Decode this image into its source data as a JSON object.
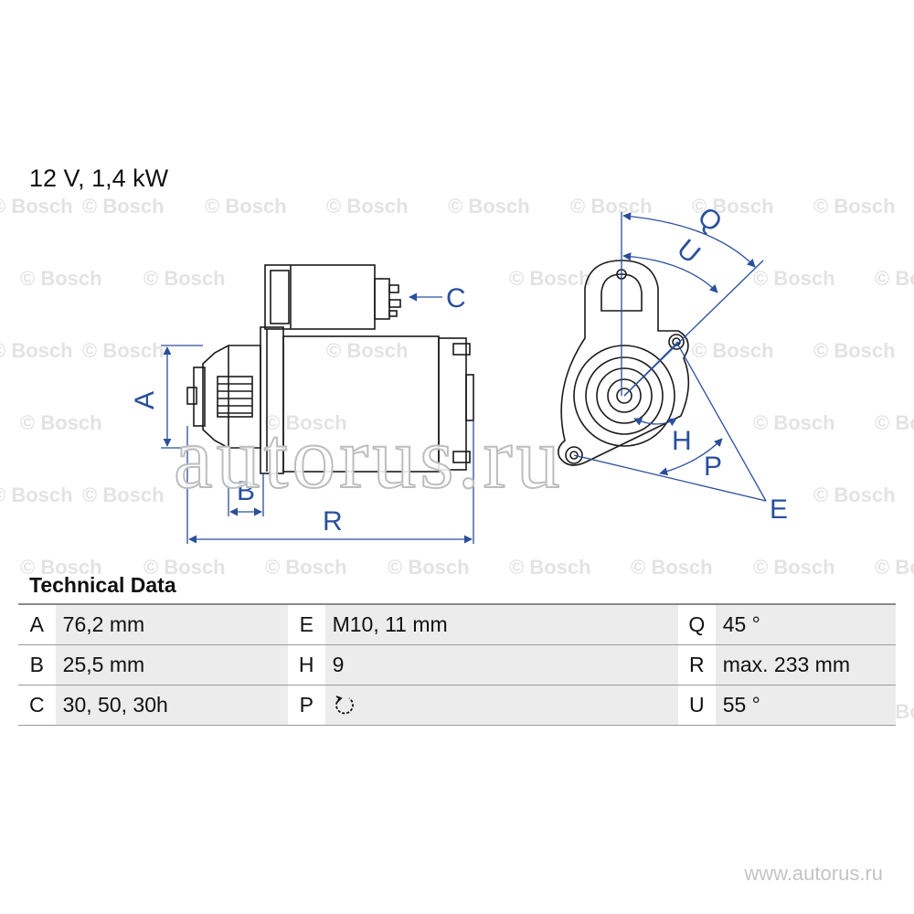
{
  "title": "12 V, 1,4 kW",
  "watermark_text": "© Bosch",
  "big_watermark": "autorus.ru",
  "footer": "www.autorus.ru",
  "dimension_labels": {
    "A": "A",
    "B": "B",
    "C": "C",
    "R": "R",
    "Q": "Q",
    "U": "U",
    "H": "H",
    "P": "P",
    "E": "E"
  },
  "technical_data": {
    "heading": "Technical Data",
    "rows": [
      [
        {
          "key": "A",
          "value": "76,2 mm"
        },
        {
          "key": "E",
          "value": "M10, 11 mm"
        },
        {
          "key": "Q",
          "value": "45 °"
        }
      ],
      [
        {
          "key": "B",
          "value": "25,5 mm"
        },
        {
          "key": "H",
          "value": "9"
        },
        {
          "key": "R",
          "value": "max. 233 mm"
        }
      ],
      [
        {
          "key": "C",
          "value": "30, 50, 30h"
        },
        {
          "key": "P",
          "value": "",
          "icon": "rotation-counterclockwise-icon"
        },
        {
          "key": "U",
          "value": "55 °"
        }
      ]
    ]
  },
  "colors": {
    "dimension": "#2a4f9c",
    "line": "#1a1a1a",
    "table_fill": "#ececec"
  }
}
